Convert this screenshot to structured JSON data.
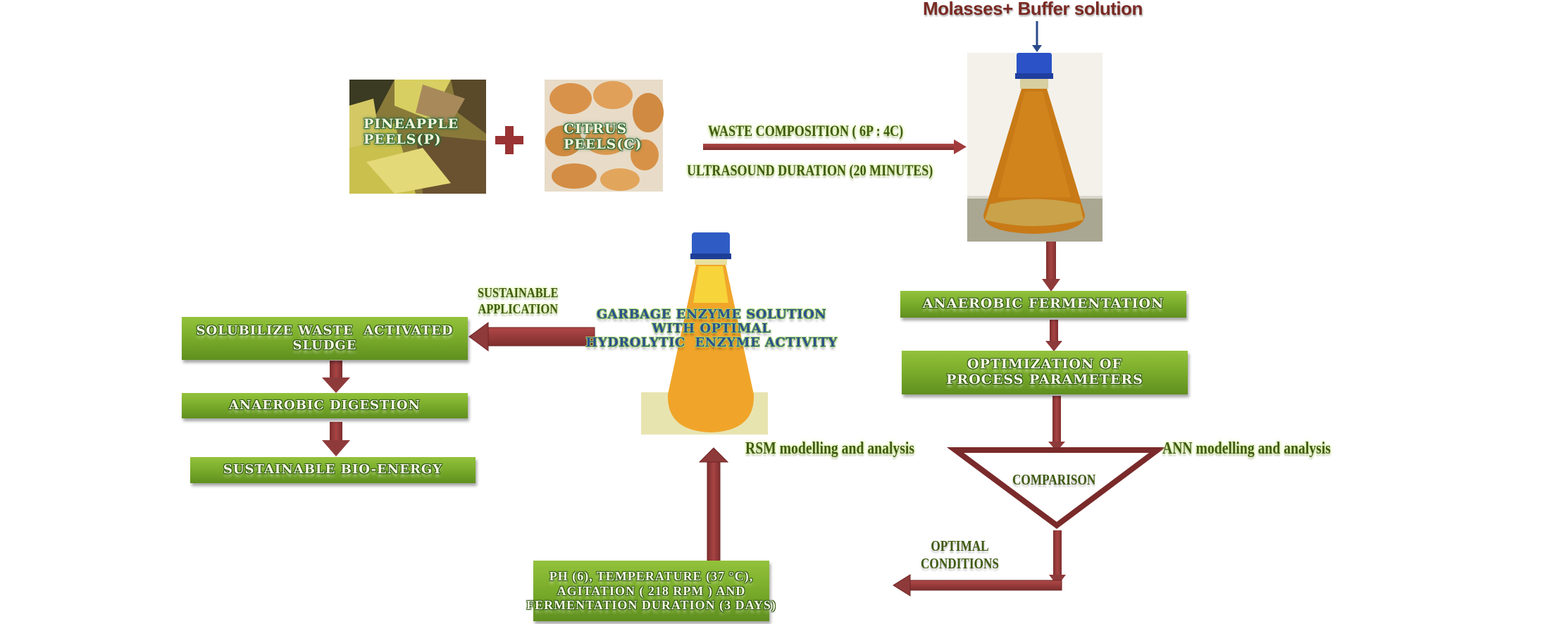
{
  "diagram": {
    "top_input_label": "Molasses+ Buffer solution",
    "inputs": {
      "pineapple": "PINEAPPLE\nPEELS(P)",
      "citrus": "CITRUS\nPEELS(C)",
      "plus_symbol": "+"
    },
    "pretreatment": {
      "waste_composition": "WASTE COMPOSITION ( 6P : 4C)",
      "ultrasound_duration": "ULTRASOUND DURATION (20 MINUTES)"
    },
    "process_steps": {
      "anaerobic_fermentation": "ANAEROBIC  FERMENTATION",
      "optimization": "OPTIMIZATION OF PROCESS PARAMETERS"
    },
    "modelling": {
      "rsm": "RSM modelling and analysis",
      "ann": "ANN  modelling and analysis",
      "comparison": "COMPARISON"
    },
    "optimal_conditions_label": "OPTIMAL\nCONDITIONS",
    "optimal_conditions_box": "PH (6), TEMPERATURE (37 °C),\nAGITATION ( 218 RPM ) AND\nFERMENTATION DURATION (3 DAYS)",
    "product_label": "GARBAGE ENZYME SOLUTION\nWITH OPTIMAL\nHYDROLYTIC  ENZYME ACTIVITY",
    "sustainable_application_label": "SUSTAINABLE\nAPPLICATION",
    "application_steps": {
      "solubilize": "SOLUBILIZE WASTE  ACTIVATED\nSLUDGE",
      "digestion": "ANAEROBIC  DIGESTION",
      "bioenergy": "SUSTAINABLE  BIO-ENERGY"
    },
    "colors": {
      "arrow_red": "#8e3a3a",
      "arrow_blue": "#2a4a8a",
      "box_green": "#7cae2c",
      "label_dark_green": "#3f5a12",
      "molasses_text": "#7a2a24",
      "product_text_blue": "#2d4f8c"
    }
  }
}
